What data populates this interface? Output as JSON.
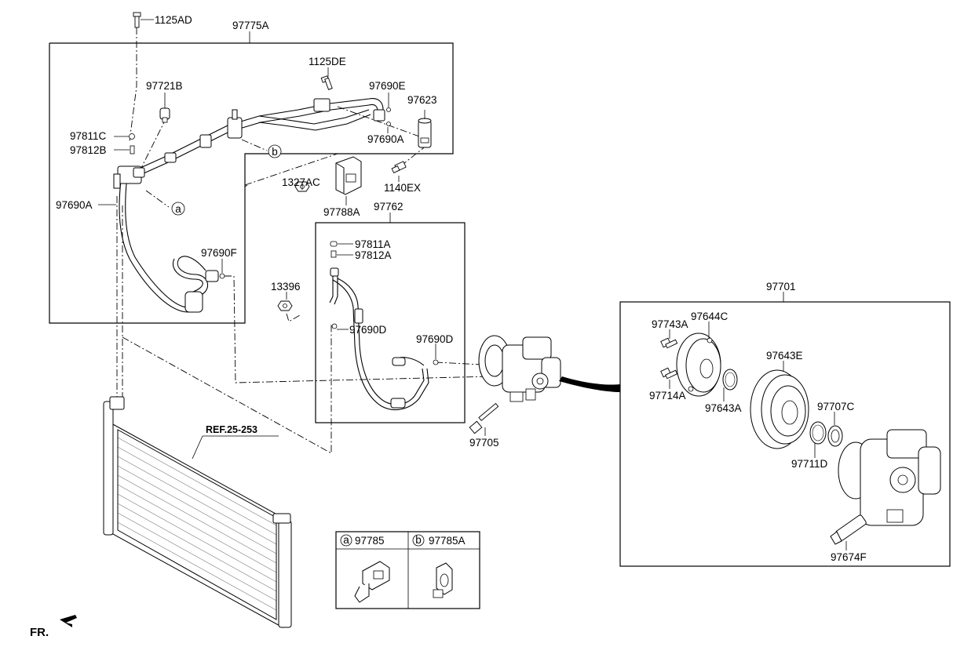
{
  "labels": {
    "p1125AD": "1125AD",
    "p97775A": "97775A",
    "p1125DE": "1125DE",
    "p97721B": "97721B",
    "p97690E": "97690E",
    "p97623": "97623",
    "p97811C": "97811C",
    "p97812B": "97812B",
    "p97690A_top": "97690A",
    "p1327AC": "1327AC",
    "p1140EX": "1140EX",
    "p97690A_left": "97690A",
    "p97788A": "97788A",
    "p97762": "97762",
    "p97811A": "97811A",
    "p97812A": "97812A",
    "p97690F": "97690F",
    "p13396": "13396",
    "p97690D_a": "97690D",
    "p97690D_b": "97690D",
    "p97701": "97701",
    "p97743A": "97743A",
    "p97644C": "97644C",
    "p97643E": "97643E",
    "p97714A": "97714A",
    "p97643A": "97643A",
    "p97707C": "97707C",
    "p97711D": "97711D",
    "p97705": "97705",
    "p97674F": "97674F",
    "ref": "REF.25-253",
    "fr": "FR."
  },
  "callouts": {
    "a": "a",
    "b": "b"
  },
  "legend": {
    "a_code": "97785",
    "b_code": "97785A"
  }
}
